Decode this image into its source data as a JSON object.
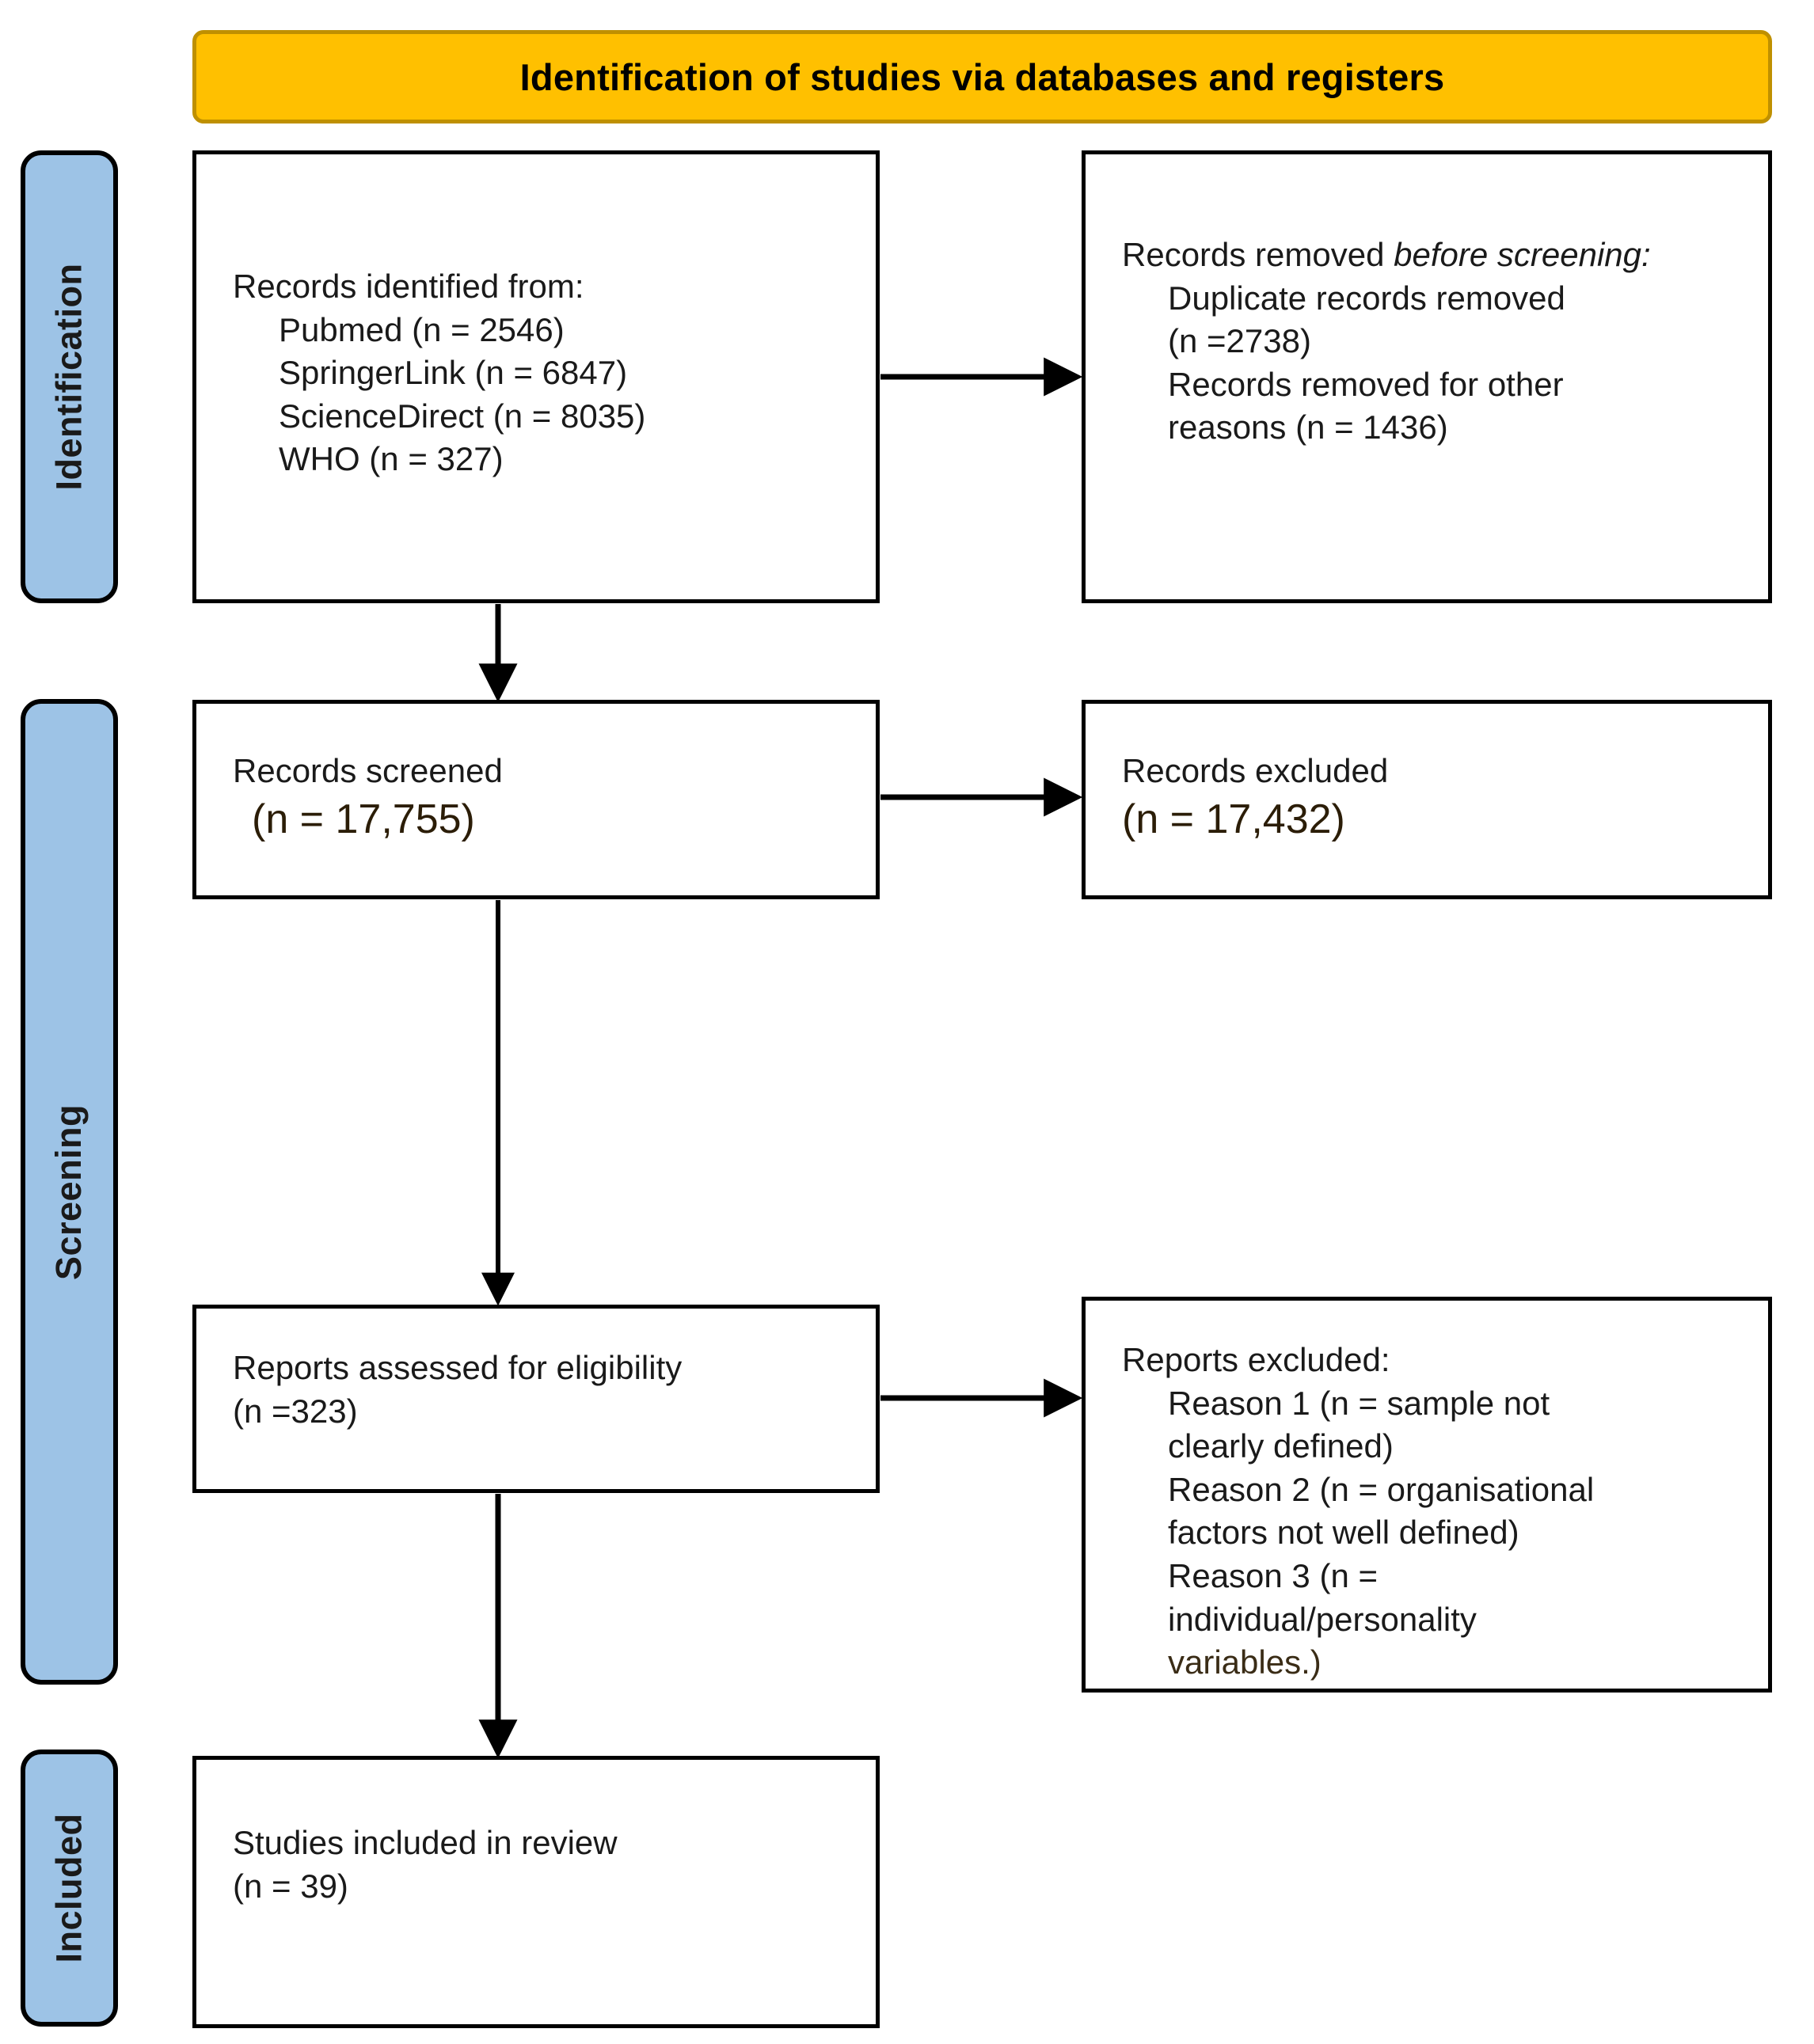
{
  "header": {
    "title": "Identification of studies via databases and registers",
    "background_color": "#FFC000",
    "border_color": "#BF9000"
  },
  "rails": {
    "color": "#9DC3E6",
    "items": [
      {
        "label": "Identification"
      },
      {
        "label": "Screening"
      },
      {
        "label": "Included"
      }
    ]
  },
  "boxes": {
    "identified": {
      "title": "Records identified from:",
      "sources": [
        "Pubmed (n = 2546)",
        "SpringerLink (n = 6847)",
        "ScienceDirect (n = 8035)",
        "WHO (n = 327)"
      ]
    },
    "removed": {
      "title_lead": "Records removed ",
      "title_italic": "before screening",
      "title_colon": ":",
      "lines": [
        "Duplicate records removed",
        "(n =2738)",
        "Records removed for other",
        "reasons (n = 1436)"
      ]
    },
    "screened": {
      "label": "Records screened",
      "count": "(n = 17,755)"
    },
    "excluded": {
      "label": "Records excluded",
      "count": "(n = 17,432)"
    },
    "eligibility": {
      "label": "Reports assessed for eligibility",
      "count": "(n =323)"
    },
    "reports_excluded": {
      "title": "Reports excluded:",
      "reasons": [
        "Reason 1 (n = sample not",
        "clearly defined)",
        "Reason 2 (n = organisational",
        "factors not well defined)",
        "Reason 3 (n =",
        "individual/personality",
        "variables.)"
      ]
    },
    "included": {
      "label": "Studies included in review",
      "count": "(n = 39)"
    }
  },
  "connectors": [
    {
      "name": "identified-to-removed",
      "direction": "right"
    },
    {
      "name": "identified-to-screened",
      "direction": "down"
    },
    {
      "name": "screened-to-excluded",
      "direction": "right"
    },
    {
      "name": "screened-to-eligibility",
      "direction": "down"
    },
    {
      "name": "eligibility-to-reports-excluded",
      "direction": "right"
    },
    {
      "name": "eligibility-to-included",
      "direction": "down"
    }
  ]
}
